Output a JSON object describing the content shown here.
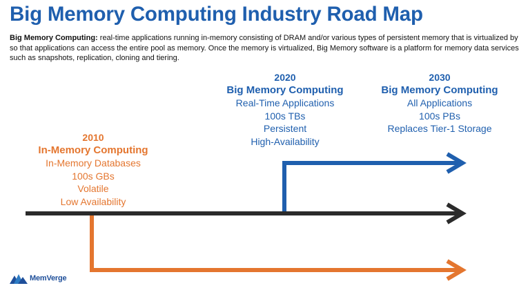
{
  "header": {
    "title": "Big Memory Computing Industry Road Map",
    "intro_term": "Big Memory Computing:",
    "intro_text": " real-time applications running in-memory consisting of DRAM and/or various types of persistent memory that is virtualized by so that applications can access the entire pool as memory. Once the memory is virtualized, Big Memory software is a platform for memory data services such as snapshots, replication, cloning and tiering."
  },
  "eras": [
    {
      "year": "2010",
      "heading": "In-Memory Computing",
      "lines": [
        "In-Memory Databases",
        "100s GBs",
        "Volatile",
        "Low Availability"
      ]
    },
    {
      "year": "2020",
      "heading": "Big Memory Computing",
      "lines": [
        "Real-Time Applications",
        "100s TBs",
        "Persistent",
        "High-Availability"
      ]
    },
    {
      "year": "2030",
      "heading": "Big Memory Computing",
      "lines": [
        "All Applications",
        "100s PBs",
        "Replaces Tier-1 Storage"
      ]
    }
  ],
  "colors": {
    "title_blue": "#1f5fae",
    "orange": "#e4762f",
    "timeline_dark": "#2b2b2b"
  },
  "logo": {
    "text": "MemVerge",
    "icon": "memverge-logo-icon"
  }
}
